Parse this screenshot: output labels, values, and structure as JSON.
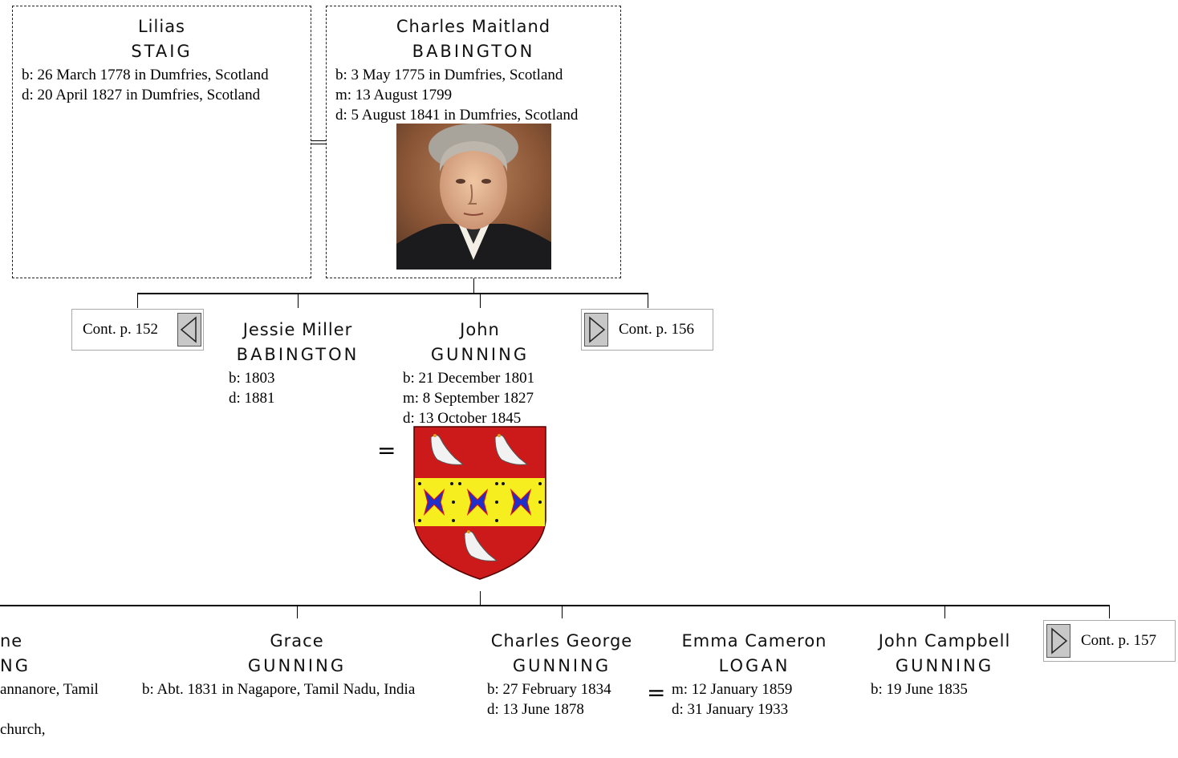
{
  "parents": {
    "mother": {
      "given": "Lilias",
      "surname": "STAIG",
      "lines": [
        "b: 26 March 1778 in Dumfries, Scotland",
        "d: 20 April 1827 in Dumfries, Scotland"
      ]
    },
    "father": {
      "given": "Charles Maitland",
      "surname": "BABINGTON",
      "lines": [
        "b: 3 May 1775 in Dumfries, Scotland",
        "m: 13 August 1799",
        "d: 5 August 1841 in Dumfries, Scotland"
      ],
      "portrait": "portrait-photo"
    }
  },
  "continuations": {
    "left": "Cont. p. 152",
    "right": "Cont. p. 156",
    "children_right": "Cont. p. 157"
  },
  "couple": {
    "wife": {
      "given": "Jessie Miller",
      "surname": "BABINGTON",
      "lines": [
        "b: 1803",
        "d: 1881"
      ]
    },
    "husband": {
      "given": "John",
      "surname": "GUNNING",
      "lines": [
        "b: 21 December 1801",
        "m: 8 September 1827",
        "d: 13 October 1845"
      ],
      "arms": "coat-of-arms"
    },
    "marriage_symbol": "="
  },
  "children": [
    {
      "given": "ne",
      "surname": "NG",
      "lines": [
        "annanore, Tamil",
        "",
        "church,"
      ]
    },
    {
      "given": "Grace",
      "surname": "GUNNING",
      "lines": [
        "b: Abt. 1831 in Nagapore, Tamil Nadu, India"
      ]
    },
    {
      "given": "Charles George",
      "surname": "GUNNING",
      "lines": [
        "b: 27 February 1834",
        "d: 13 June 1878"
      ]
    },
    {
      "given": "Emma Cameron",
      "surname": "LOGAN",
      "lines": [
        "m: 12 January 1859",
        "d: 31 January 1933"
      ]
    },
    {
      "given": "John Campbell",
      "surname": "GUNNING",
      "lines": [
        "b: 19 June 1835"
      ]
    }
  ],
  "child_marriage_symbol": "="
}
